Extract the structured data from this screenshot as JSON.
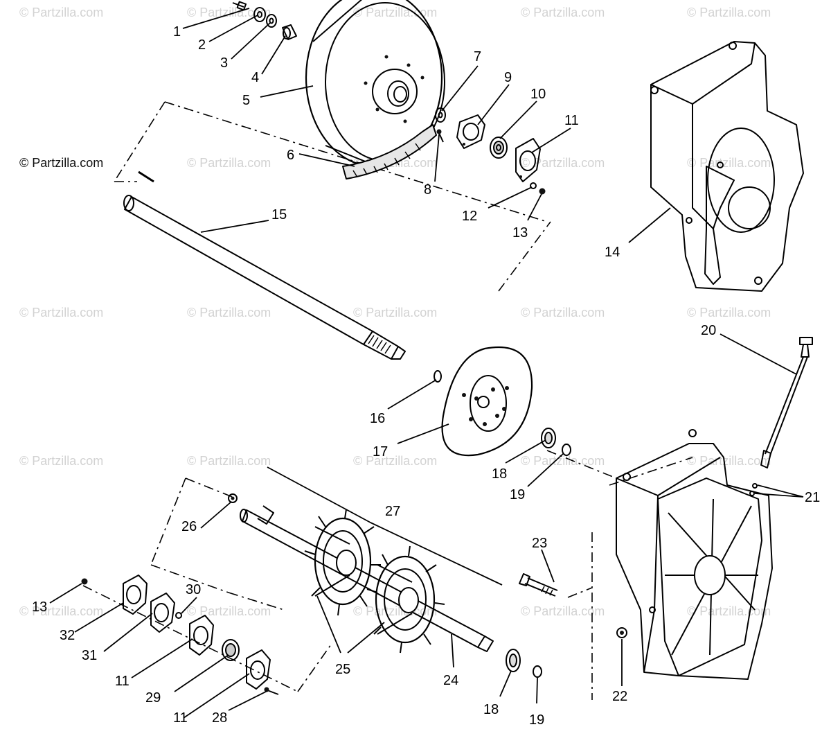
{
  "watermarks": [
    "© Partzilla.com",
    "© Partzilla.com",
    "© Partzilla.com",
    "© Partzilla.com",
    "© Partzilla.com",
    "© Partzilla.com",
    "© Partzilla.com",
    "© Partzilla.com",
    "© Partzilla.com",
    "© Partzilla.com",
    "© Partzilla.com",
    "© Partzilla.com",
    "© Partzilla.com",
    "© Partzilla.com",
    "© Partzilla.com",
    "© Partzilla.com",
    "© Partzilla.com",
    "© Partzilla.com",
    "© Partzilla.com",
    "© Partzilla.com",
    "© Partzilla.com",
    "© Partzilla.com",
    "© Partzilla.com",
    "© Partzilla.com",
    "© Partzilla.com"
  ],
  "callouts": [
    "1",
    "2",
    "3",
    "4",
    "5",
    "6",
    "7",
    "8",
    "9",
    "10",
    "11",
    "12",
    "13",
    "14",
    "15",
    "16",
    "17",
    "18",
    "19",
    "20",
    "21",
    "22",
    "23",
    "24",
    "25",
    "26",
    "27",
    "28",
    "29",
    "30",
    "31",
    "32",
    "13",
    "11",
    "11",
    "18",
    "19"
  ]
}
